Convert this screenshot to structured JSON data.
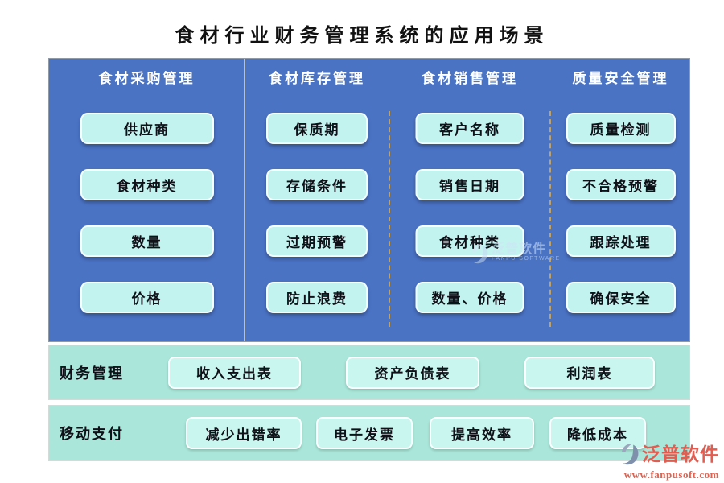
{
  "title": "食材行业财务管理系统的应用场景",
  "panel": {
    "columns": [
      {
        "header": "食材采购管理",
        "items": [
          "供应商",
          "食材种类",
          "数量",
          "价格"
        ]
      },
      {
        "header": "食材库存管理",
        "items": [
          "保质期",
          "存储条件",
          "过期预警",
          "防止浪费"
        ]
      },
      {
        "header": "食材销售管理",
        "items": [
          "客户名称",
          "销售日期",
          "食材种类",
          "数量、价格"
        ]
      },
      {
        "header": "质量安全管理",
        "items": [
          "质量检测",
          "不合格预警",
          "跟踪处理",
          "确保安全"
        ]
      }
    ]
  },
  "rows": [
    {
      "label": "财务管理",
      "items": [
        "收入支出表",
        "资产负债表",
        "利润表"
      ]
    },
    {
      "label": "移动支付",
      "items": [
        "减少出错率",
        "电子发票",
        "提高效率",
        "降低成本"
      ]
    }
  ],
  "watermark": {
    "brand": "泛普软件",
    "brand_en": "FANPU SOFTWARE",
    "url": "www.fanpusoft.com"
  },
  "colors": {
    "panel_blue": "#4a73c4",
    "panel_button": "#c2f3ee",
    "row_mint": "#aae7da",
    "row_button": "#c9f6ef",
    "divider_dashed": "#c2a264",
    "watermark_red": "#e25c50"
  }
}
